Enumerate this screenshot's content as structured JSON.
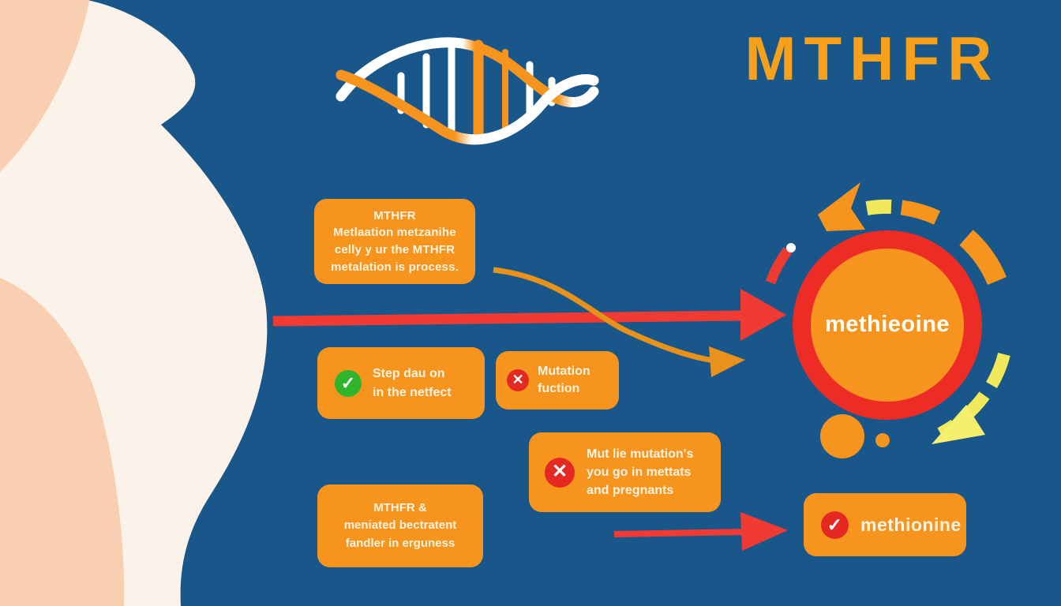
{
  "title": "MTHFR",
  "colors": {
    "background": "#19578a",
    "box_orange": "#f7941e",
    "title_orange": "#f7a01b",
    "arrow_red": "#ef3b33",
    "ring_red": "#ee2c26",
    "badge_red": "#e42822",
    "badge_green": "#2fb42c",
    "accent_yellow": "#f1e95c",
    "silhouette_cream": "#fbf2e9",
    "silhouette_peach": "#f9cfb2",
    "text_light": "#fdf3df"
  },
  "boxes": {
    "info": {
      "lines": [
        "MTHFR",
        "Metlaation metzanihe",
        "celly y ur the MTHFR",
        "metalation is process."
      ]
    },
    "step": {
      "lines": [
        "Step dau on",
        "in the netfect"
      ]
    },
    "mutation": {
      "lines": [
        "Mutation",
        "fuction"
      ]
    },
    "mutation_detail": {
      "lines": [
        "Mut lie mutation's",
        "you go in mettats",
        "and pregnants"
      ]
    },
    "mthfr_related": {
      "lines": [
        "MTHFR &",
        "meniated bectratent",
        "fandler in erguness"
      ]
    },
    "methionine": {
      "label": "methionine"
    }
  },
  "cycle": {
    "label": "methieoine"
  },
  "icons": {
    "check": "✓",
    "cross": "✕"
  }
}
